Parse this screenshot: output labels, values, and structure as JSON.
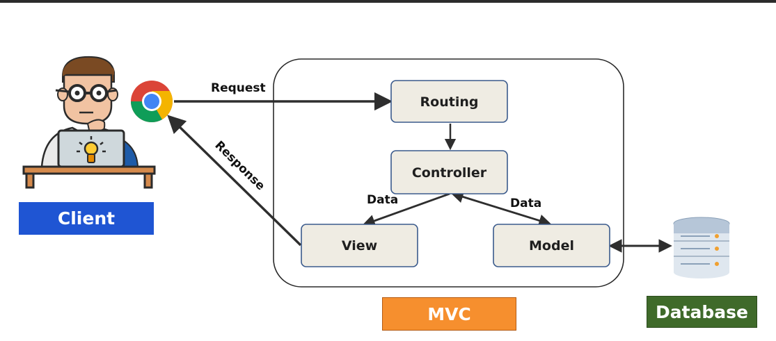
{
  "nodes": {
    "routing": "Routing",
    "controller": "Controller",
    "view": "View",
    "model": "Model"
  },
  "edges": {
    "request": "Request",
    "response": "Response",
    "data_to_view": "Data",
    "data_to_model": "Data"
  },
  "labels": {
    "client": "Client",
    "mvc": "MVC",
    "database": "Database"
  },
  "icons": {
    "client": "developer-at-laptop-icon",
    "browser": "chrome-browser-icon",
    "database": "database-cylinder-icon"
  },
  "colors": {
    "client_label": "#1f55d3",
    "mvc_label": "#f68f2e",
    "database_label": "#3f6a2a",
    "node_fill": "#efece3",
    "node_border": "#3a5a8c",
    "arrow": "#2e2e2e"
  }
}
